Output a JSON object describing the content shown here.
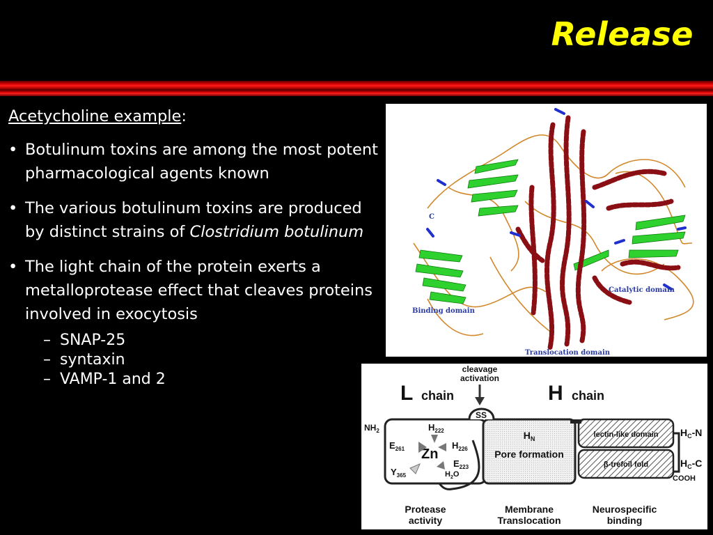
{
  "title": "Release",
  "text": {
    "subtitle": "Acetycholine example",
    "subtitle_colon": ":",
    "bullets": [
      {
        "line": "Botulinum toxins are among the most potent pharmacological agents known"
      },
      {
        "line": "The various botulinum toxins are produced by distinct strains of ",
        "italic": "Clostridium botulinum"
      },
      {
        "line": "The light chain of the protein exerts a metalloprotease effect that cleaves proteins involved in exocytosis"
      }
    ],
    "sub_items": [
      "SNAP-25",
      "syntaxin",
      "VAMP-1 and 2"
    ]
  },
  "structure_figure": {
    "labels": {
      "binding": "Binding domain",
      "catalytic": "Catalytic domain",
      "translocation": "Translocation domain",
      "c": "C"
    }
  },
  "schematic": {
    "cleavage_line1": "cleavage",
    "cleavage_line2": "activation",
    "l_big": "L",
    "l_small": "chain",
    "h_big": "H",
    "h_small": "chain",
    "ss": "SS",
    "nh2": "NH",
    "nh2_sub": "2",
    "h222": "H",
    "h222_sub": "222",
    "e261": "E",
    "e261_sub": "261",
    "h226": "H",
    "h226_sub": "226",
    "zn": "Zn",
    "e223": "E",
    "e223_sub": "223",
    "y365": "Y",
    "y365_sub": "365",
    "h2o_a": "H",
    "h2o_sub": "2",
    "h2o_b": "O",
    "hn": "H",
    "hn_sub": "N",
    "pore": "Pore formation",
    "lectin": "lectin-like domain",
    "trefoil": "β-trefoil fold",
    "hcn": "H",
    "hcn_sub": "C",
    "hcn_tail": "-N",
    "hcc": "H",
    "hcc_sub": "C",
    "hcc_tail": "-C",
    "cooh": "COOH",
    "protease1": "Protease",
    "protease2": "activity",
    "membrane1": "Membrane",
    "membrane2": "Translocation",
    "neuro1": "Neurospecific",
    "neuro2": "binding"
  }
}
